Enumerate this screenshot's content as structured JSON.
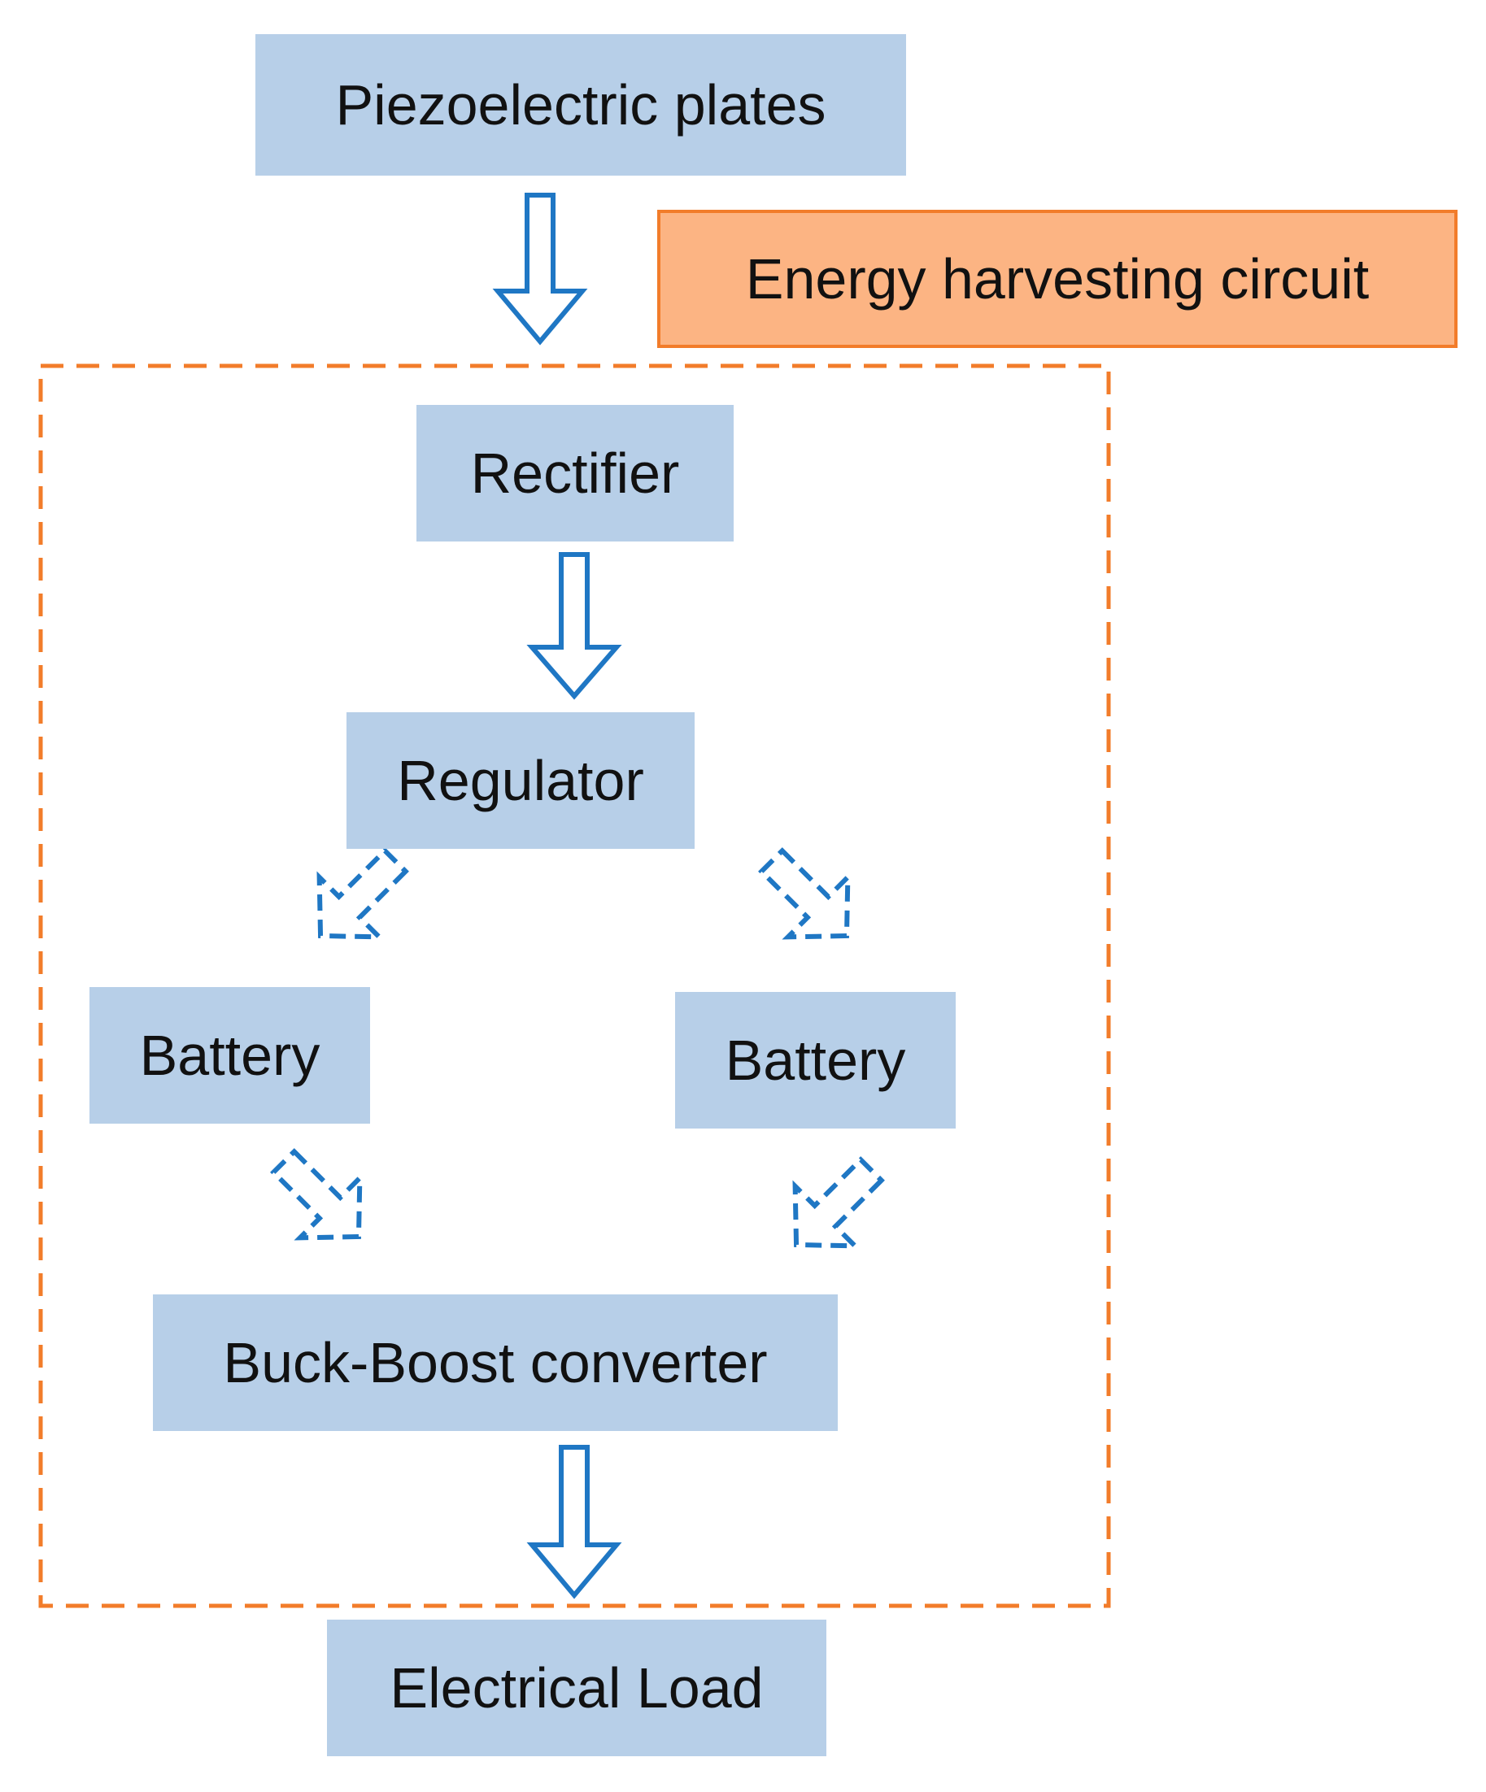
{
  "diagram": {
    "colors": {
      "node_fill": "#b7cfe8",
      "arrow_stroke": "#1f77c4",
      "group_border": "#f27c2a",
      "label_fill": "#fcb483"
    },
    "nodes": {
      "piezo": "Piezoelectric plates",
      "energy_label": "Energy harvesting circuit",
      "rectifier": "Rectifier",
      "regulator": "Regulator",
      "battery_left": "Battery",
      "battery_right": "Battery",
      "buck_boost": "Buck-Boost converter",
      "load": "Electrical Load"
    },
    "edges": [
      {
        "from": "piezo",
        "to": "rectifier",
        "style": "solid"
      },
      {
        "from": "rectifier",
        "to": "regulator",
        "style": "solid"
      },
      {
        "from": "regulator",
        "to": "battery_left",
        "style": "dashed"
      },
      {
        "from": "regulator",
        "to": "battery_right",
        "style": "dashed"
      },
      {
        "from": "battery_left",
        "to": "buck_boost",
        "style": "dashed"
      },
      {
        "from": "battery_right",
        "to": "buck_boost",
        "style": "dashed"
      },
      {
        "from": "buck_boost",
        "to": "load",
        "style": "solid"
      }
    ]
  }
}
